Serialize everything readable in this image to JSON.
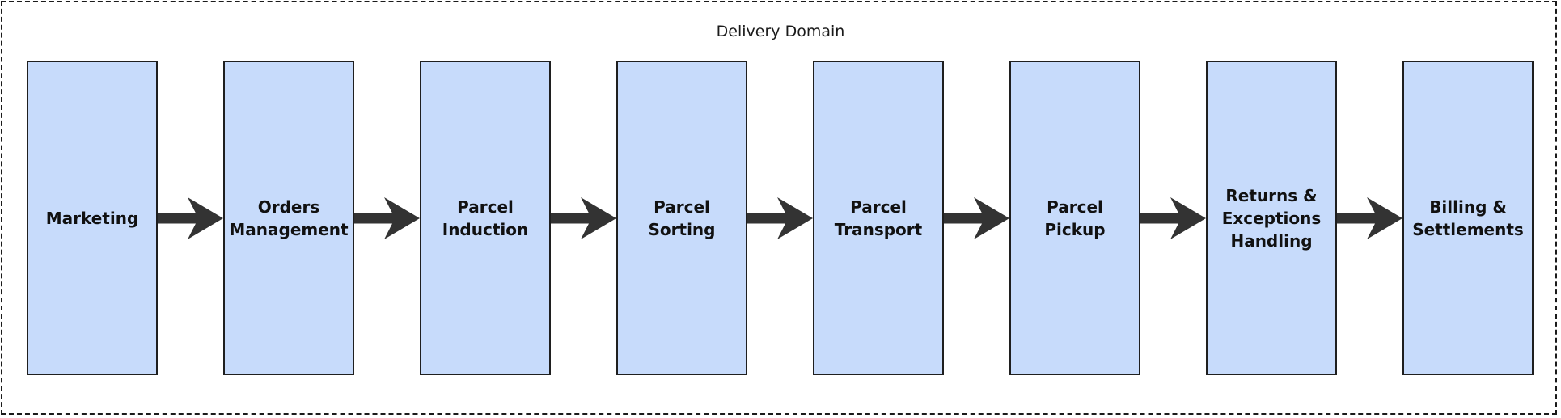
{
  "diagram": {
    "title": "Delivery Domain",
    "stages": [
      {
        "label": "Marketing"
      },
      {
        "label": "Orders\nManagement"
      },
      {
        "label": "Parcel\nInduction"
      },
      {
        "label": "Parcel Sorting"
      },
      {
        "label": "Parcel\nTransport"
      },
      {
        "label": "Parcel Pickup"
      },
      {
        "label": "Returns &\nExceptions\nHandling"
      },
      {
        "label": "Billing &\nSettlements"
      }
    ],
    "colors": {
      "stage_fill": "#c7dbfb",
      "stage_border": "#1f1f1f",
      "arrow": "#333333",
      "frame": "#1a1a1a"
    },
    "icons": {
      "connector": "right-arrow-icon"
    }
  }
}
